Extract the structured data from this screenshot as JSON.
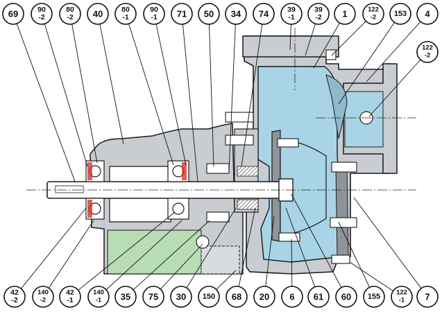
{
  "colors": {
    "casing": "#c9cdd1",
    "casing_dark": "#8e9499",
    "fluid": "#a9d4e6",
    "motor_bay": "#b8dcb3",
    "outline": "#1a1a1a",
    "accent_red": "#d22a1e"
  },
  "callouts": [
    {
      "id": "c69",
      "lines": [
        "69"
      ]
    },
    {
      "id": "c90-2",
      "lines": [
        "90",
        "-2"
      ]
    },
    {
      "id": "c80-2",
      "lines": [
        "80",
        "-2"
      ]
    },
    {
      "id": "c40",
      "lines": [
        "40"
      ]
    },
    {
      "id": "c80-1",
      "lines": [
        "80",
        "-1"
      ]
    },
    {
      "id": "c90-1",
      "lines": [
        "90",
        "-1"
      ]
    },
    {
      "id": "c71",
      "lines": [
        "71"
      ]
    },
    {
      "id": "c50",
      "lines": [
        "50"
      ]
    },
    {
      "id": "c34",
      "lines": [
        "34"
      ]
    },
    {
      "id": "c74",
      "lines": [
        "74"
      ]
    },
    {
      "id": "c39-1",
      "lines": [
        "39",
        "-1"
      ]
    },
    {
      "id": "c39-2",
      "lines": [
        "39",
        "-2"
      ]
    },
    {
      "id": "c1",
      "lines": [
        "1"
      ]
    },
    {
      "id": "c122-2a",
      "lines": [
        "122",
        "-2"
      ]
    },
    {
      "id": "c153",
      "lines": [
        "153"
      ]
    },
    {
      "id": "c4",
      "lines": [
        "4"
      ]
    },
    {
      "id": "c122-2b",
      "lines": [
        "122",
        "-2"
      ]
    },
    {
      "id": "c42-2",
      "lines": [
        "42",
        "-2"
      ]
    },
    {
      "id": "c140-2",
      "lines": [
        "140",
        "-2"
      ]
    },
    {
      "id": "c42-1",
      "lines": [
        "42",
        "-1"
      ]
    },
    {
      "id": "c140-1",
      "lines": [
        "140",
        "-1"
      ]
    },
    {
      "id": "c35",
      "lines": [
        "35"
      ]
    },
    {
      "id": "c75",
      "lines": [
        "75"
      ]
    },
    {
      "id": "c30",
      "lines": [
        "30"
      ]
    },
    {
      "id": "c150",
      "lines": [
        "150"
      ]
    },
    {
      "id": "c68",
      "lines": [
        "68"
      ]
    },
    {
      "id": "c20",
      "lines": [
        "20"
      ]
    },
    {
      "id": "c6",
      "lines": [
        "6"
      ]
    },
    {
      "id": "c61",
      "lines": [
        "61"
      ]
    },
    {
      "id": "c60",
      "lines": [
        "60"
      ]
    },
    {
      "id": "c155",
      "lines": [
        "155"
      ]
    },
    {
      "id": "c122-1",
      "lines": [
        "122",
        "-1"
      ]
    },
    {
      "id": "c7",
      "lines": [
        "7"
      ]
    }
  ]
}
